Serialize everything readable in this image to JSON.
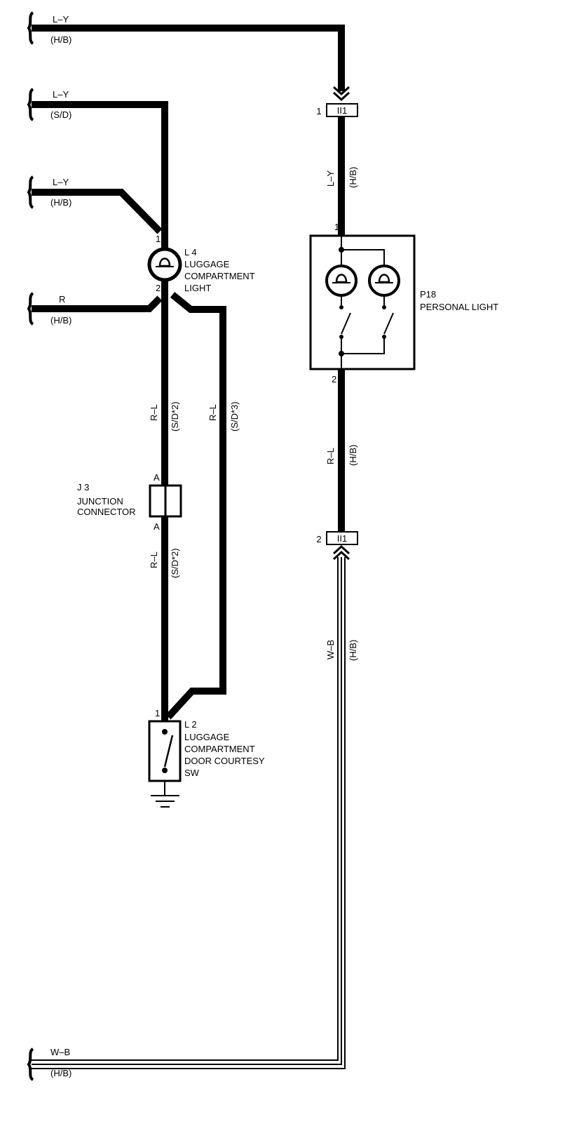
{
  "left_wires": [
    {
      "color": "L–Y",
      "loc": "(H/B)"
    },
    {
      "color": "L–Y",
      "loc": "(S/D)"
    },
    {
      "color": "L–Y",
      "loc": "(H/B)"
    },
    {
      "color": "R",
      "loc": "(H/B)"
    },
    {
      "color": "W–B",
      "loc": "(H/B)"
    }
  ],
  "components": {
    "l4": {
      "id": "L 4",
      "name_lines": [
        "LUGGAGE",
        "COMPARTMENT",
        "LIGHT"
      ],
      "pin1": "1",
      "pin2": "2"
    },
    "j3": {
      "id": "J 3",
      "name_lines": [
        "JUNCTION",
        "CONNECTOR"
      ],
      "pin_top": "A",
      "pin_bottom": "A"
    },
    "l2": {
      "id": "L 2",
      "name_lines": [
        "LUGGAGE",
        "COMPARTMENT",
        "DOOR COURTESY",
        "SW"
      ],
      "pin1": "1"
    },
    "p18": {
      "id": "P18",
      "name": "PERSONAL LIGHT",
      "pin1": "1",
      "pin2": "2"
    }
  },
  "connectors": {
    "top": {
      "code": "II1",
      "pin": "1"
    },
    "bottom": {
      "code": "II1",
      "pin": "2"
    }
  },
  "wire_labels": [
    {
      "color": "R–L",
      "loc": "(S/D*2)"
    },
    {
      "color": "R–L",
      "loc": "(S/D*3)"
    },
    {
      "color": "R–L",
      "loc": "(S/D*2)"
    },
    {
      "color": "L–Y",
      "loc": "(H/B)"
    },
    {
      "color": "R–L",
      "loc": "(H/B)"
    },
    {
      "color": "W–B",
      "loc": "(H/B)"
    }
  ]
}
